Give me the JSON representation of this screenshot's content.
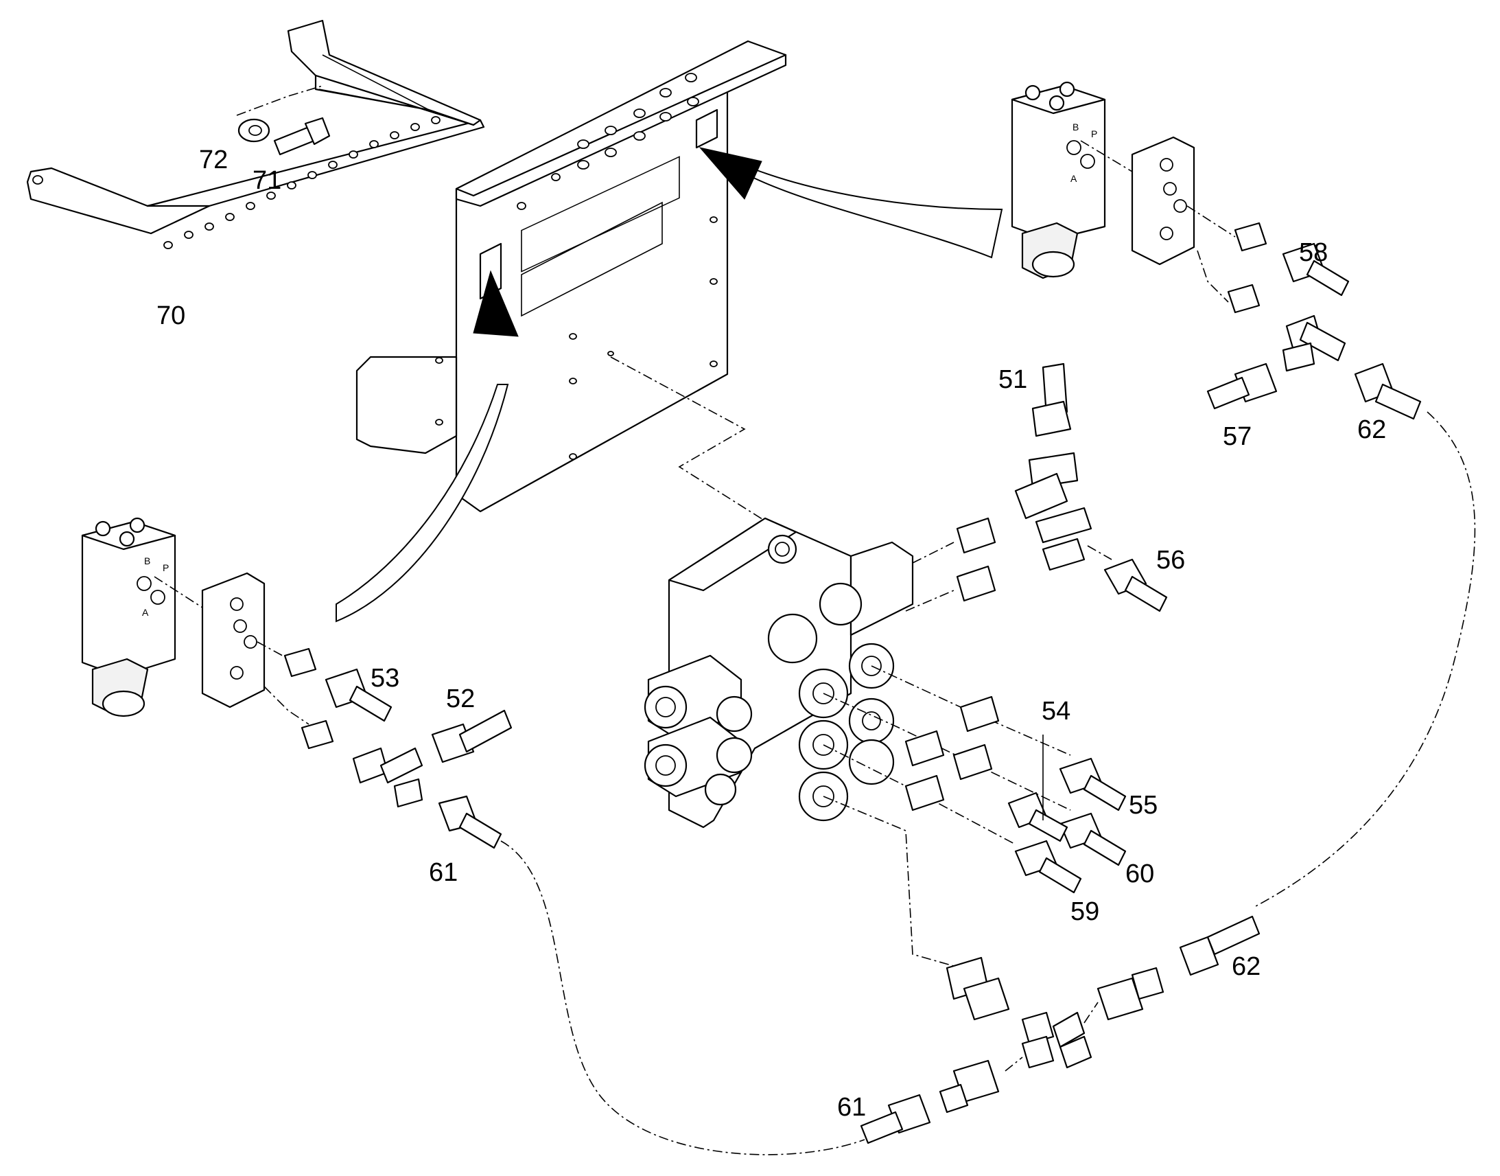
{
  "diagram": {
    "callouts": {
      "c51": "51",
      "c52": "52",
      "c53": "53",
      "c54": "54",
      "c55": "55",
      "c56": "56",
      "c57": "57",
      "c58": "58",
      "c59": "59",
      "c60": "60",
      "c61a": "61",
      "c61b": "61",
      "c62a": "62",
      "c62b": "62",
      "c70": "70",
      "c71": "71",
      "c72": "72"
    },
    "port_marks": {
      "right_b": "B",
      "right_p": "P",
      "right_a": "A",
      "left_b": "B",
      "left_p": "P",
      "left_a": "A"
    }
  }
}
